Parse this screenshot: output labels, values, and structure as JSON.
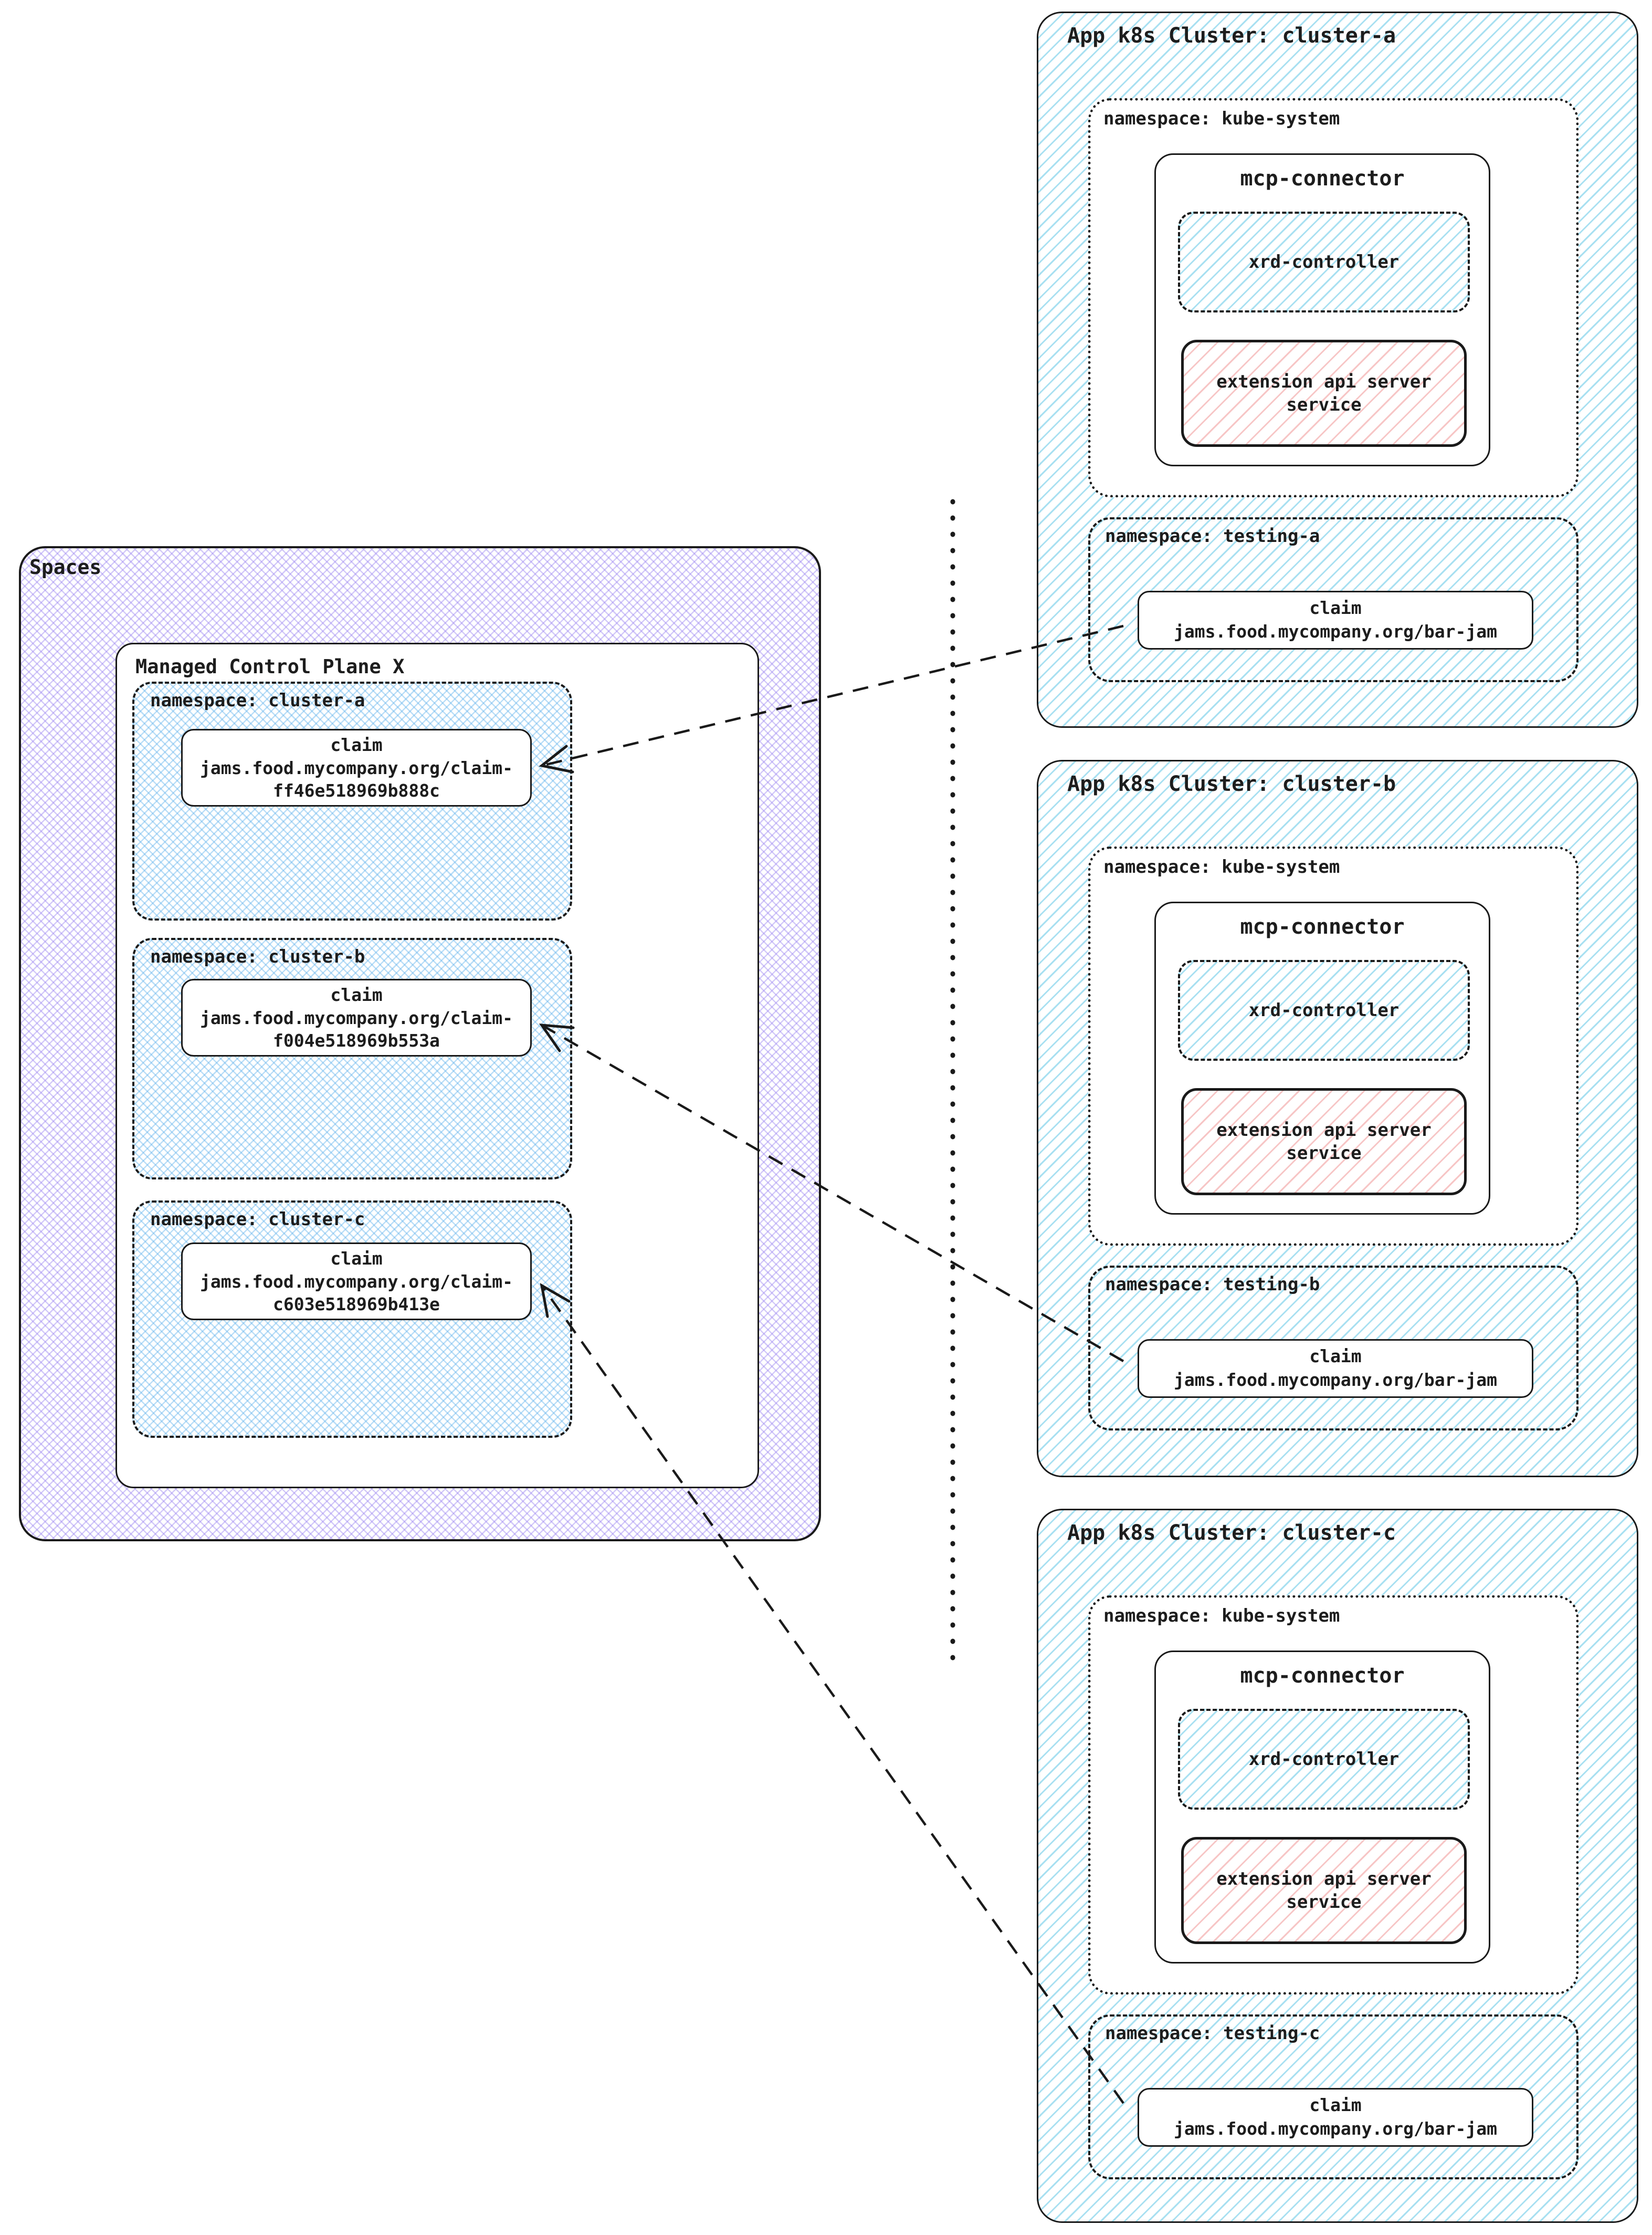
{
  "left": {
    "spaces_label": "Spaces",
    "mcp_label": "Managed Control Plane X",
    "namespaces": [
      {
        "label": "namespace: cluster-a",
        "claim_title": "claim",
        "claim_url": "jams.food.mycompany.org/claim-ff46e518969b888c"
      },
      {
        "label": "namespace: cluster-b",
        "claim_title": "claim",
        "claim_url": "jams.food.mycompany.org/claim-f004e518969b553a"
      },
      {
        "label": "namespace: cluster-c",
        "claim_title": "claim",
        "claim_url": "jams.food.mycompany.org/claim-c603e518969b413e"
      }
    ]
  },
  "clusters": [
    {
      "title": "App k8s Cluster: cluster-a",
      "kube_label": "namespace: kube-system",
      "connector": "mcp-connector",
      "controller": "xrd-controller",
      "extension": "extension api server service",
      "testing_label": "namespace: testing-a",
      "claim_title": "claim",
      "claim_url": "jams.food.mycompany.org/bar-jam"
    },
    {
      "title": "App k8s Cluster: cluster-b",
      "kube_label": "namespace: kube-system",
      "connector": "mcp-connector",
      "controller": "xrd-controller",
      "extension": "extension api server service",
      "testing_label": "namespace: testing-b",
      "claim_title": "claim",
      "claim_url": "jams.food.mycompany.org/bar-jam"
    },
    {
      "title": "App k8s Cluster: cluster-c",
      "kube_label": "namespace: kube-system",
      "connector": "mcp-connector",
      "controller": "xrd-controller",
      "extension": "extension api server service",
      "testing_label": "namespace: testing-c",
      "claim_title": "claim",
      "claim_url": "jams.food.mycompany.org/bar-jam"
    }
  ],
  "colors": {
    "stroke": "#1a1a1a",
    "blue_hatch": "#60c7e6",
    "red_hatch": "#f09696",
    "purple_hatch": "#9780f0",
    "left_blue_hatch": "#5cb0ec"
  }
}
